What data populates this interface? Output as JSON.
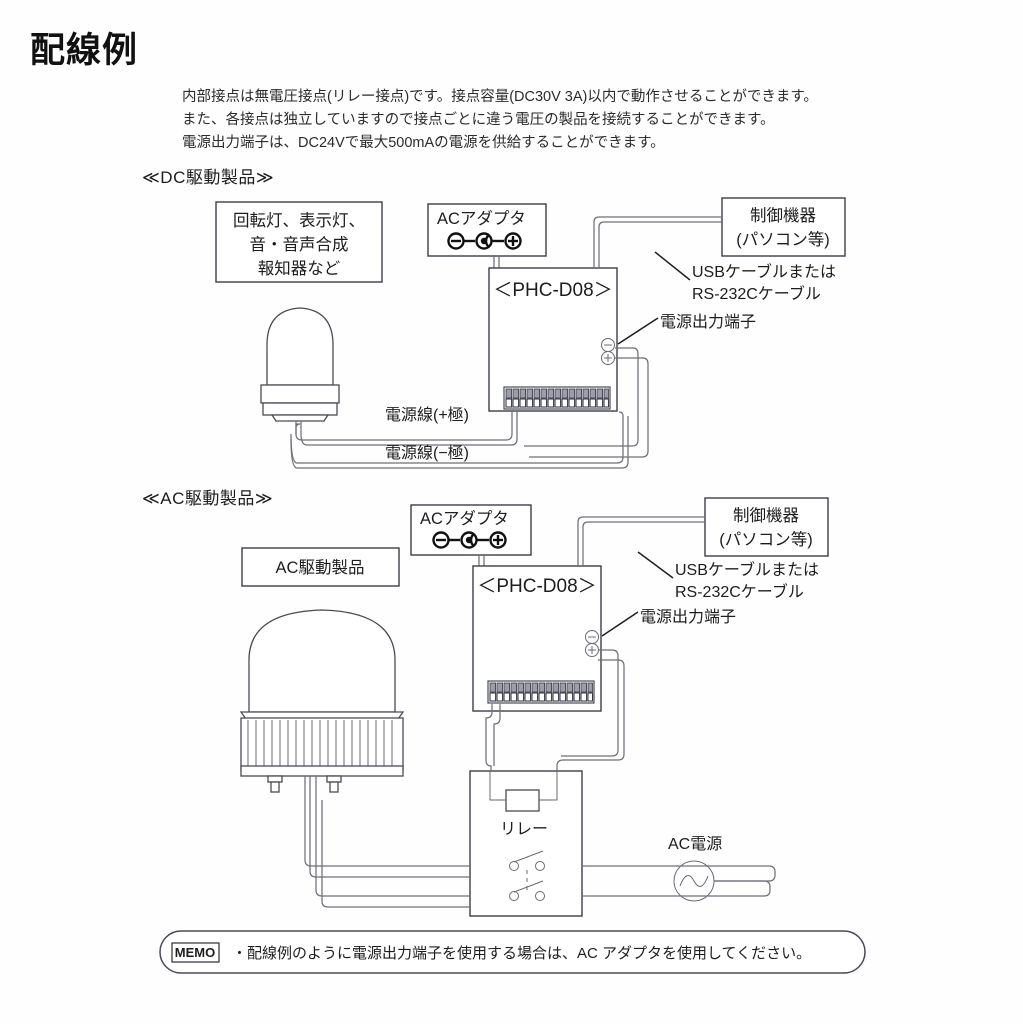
{
  "page": {
    "title": "配線例",
    "intro_lines": [
      "内部接点は無電圧接点(リレー接点)です。接点容量(DC30V 3A)以内で動作させることができます。",
      "また、各接点は独立していますので接点ごとに違う電圧の製品を接続することができます。",
      "電源出力端子は、DC24Vで最大500mAの電源を供給することができます。"
    ]
  },
  "dc_section": {
    "heading": "≪DC駆動製品≫",
    "device_box": [
      "回転灯、表示灯、",
      "音・音声合成",
      "報知器など"
    ],
    "ac_adapter_label": "ACアダプタ",
    "controller_label": "＜PHC-D08＞",
    "host_box": [
      "制御機器",
      "(パソコン等)"
    ],
    "cable_label": [
      "USBケーブルまたは",
      "RS-232Cケーブル"
    ],
    "power_out_label": "電源出力端子",
    "wire_plus": "電源線(+極)",
    "wire_minus": "電源線(−極)"
  },
  "ac_section": {
    "heading": "≪AC駆動製品≫",
    "device_box": "AC駆動製品",
    "ac_adapter_label": "ACアダプタ",
    "controller_label": "＜PHC-D08＞",
    "host_box": [
      "制御機器",
      "(パソコン等)"
    ],
    "cable_label": [
      "USBケーブルまたは",
      "RS-232Cケーブル"
    ],
    "power_out_label": "電源出力端子",
    "relay_label": "リレー",
    "ac_source_label": "AC電源"
  },
  "memo": {
    "tag": "MEMO",
    "text": "・配線例のように電源出力端子を使用する場合は、AC アダプタを使用してください。"
  },
  "colors": {
    "ink": "#1d1d1d",
    "wire": "#6f6f78",
    "box_stroke": "#3d3d4a",
    "background": "#ffffff"
  }
}
